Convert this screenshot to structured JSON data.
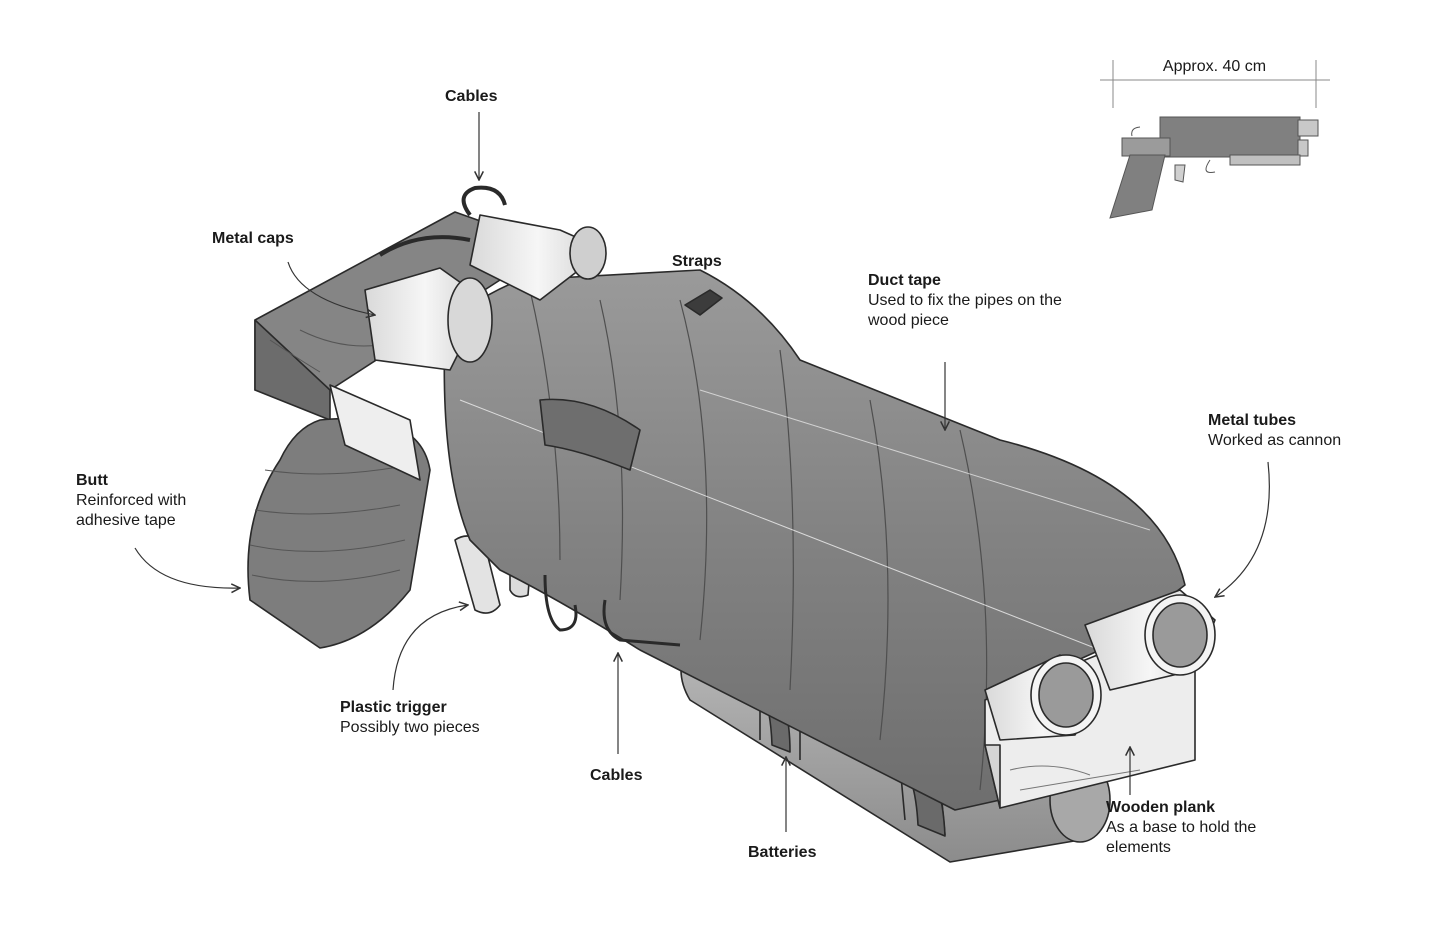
{
  "scale": {
    "label": "Approx. 40 cm"
  },
  "labels": {
    "cables_top": {
      "title": "Cables"
    },
    "metal_caps": {
      "title": "Metal caps"
    },
    "straps": {
      "title": "Straps"
    },
    "duct_tape": {
      "title": "Duct tape",
      "desc1": "Used to fix the pipes on the",
      "desc2": "wood piece"
    },
    "metal_tubes": {
      "title": "Metal tubes",
      "desc1": "Worked as cannon"
    },
    "butt": {
      "title": "Butt",
      "desc1": "Reinforced with",
      "desc2": "adhesive tape"
    },
    "plastic_trigger": {
      "title": "Plastic trigger",
      "desc1": "Possibly two pieces"
    },
    "cables_bottom": {
      "title": "Cables"
    },
    "batteries": {
      "title": "Batteries"
    },
    "wooden_plank": {
      "title": "Wooden plank",
      "desc1": "As a base to hold the",
      "desc2": "elements"
    }
  },
  "colors": {
    "tape_dark": "#7a7a7a",
    "tape_mid": "#8e8e8e",
    "tape_light": "#a5a5a5",
    "metal": "#ececec",
    "wood": "#eeeeee",
    "ink": "#2a2a2a",
    "line": "#555555"
  }
}
